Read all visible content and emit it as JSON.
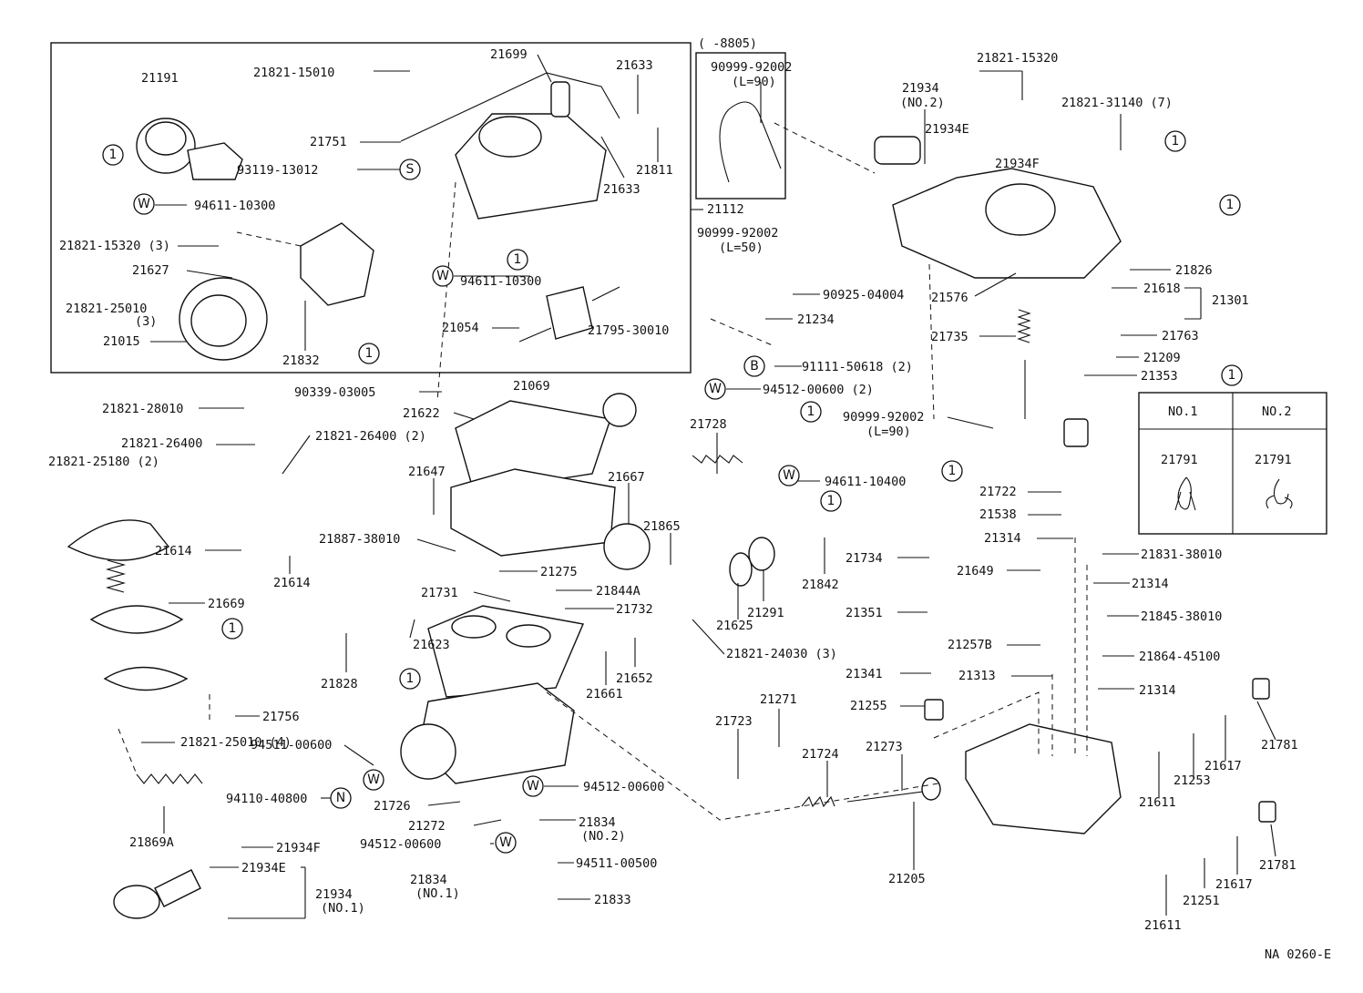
{
  "sheet_code": "NA  0260-E",
  "top_box_note": "(      -8805)",
  "legend": {
    "symbol": "1",
    "col1": "NO.1",
    "col2": "NO.2",
    "val1": "21791",
    "val2": "21791"
  },
  "callouts": [
    {
      "key": "21191",
      "text": "21191"
    },
    {
      "key": "21821_15010",
      "text": "21821-15010"
    },
    {
      "key": "21699",
      "text": "21699"
    },
    {
      "key": "21633a",
      "text": "21633"
    },
    {
      "key": "21751",
      "text": "21751"
    },
    {
      "key": "93119_13012",
      "text": "93119-13012"
    },
    {
      "key": "21811",
      "text": "21811"
    },
    {
      "key": "21633b",
      "text": "21633"
    },
    {
      "key": "94611_10300a",
      "text": "94611-10300"
    },
    {
      "key": "21112",
      "text": "21112"
    },
    {
      "key": "21821_15320_3",
      "text": "21821-15320 (3)"
    },
    {
      "key": "21627",
      "text": "21627"
    },
    {
      "key": "94611_10300b",
      "text": "94611-10300"
    },
    {
      "key": "21821_25010_3",
      "text": "21821-25010"
    },
    {
      "key": "paren3",
      "text": "(3)"
    },
    {
      "key": "21015",
      "text": "21015"
    },
    {
      "key": "21832",
      "text": "21832"
    },
    {
      "key": "21054",
      "text": "21054"
    },
    {
      "key": "21795_30010",
      "text": "21795-30010"
    },
    {
      "key": "90999_92002a",
      "text": "90999-92002"
    },
    {
      "key": "l90a",
      "text": "(L=90)"
    },
    {
      "key": "90999_92002b",
      "text": "90999-92002"
    },
    {
      "key": "l50",
      "text": "(L=50)"
    },
    {
      "key": "90925_04004",
      "text": "90925-04004"
    },
    {
      "key": "21234",
      "text": "21234"
    },
    {
      "key": "21821_15320",
      "text": "21821-15320"
    },
    {
      "key": "21934top",
      "text": "21934"
    },
    {
      "key": "no2top",
      "text": "(NO.2)"
    },
    {
      "key": "21934E_top",
      "text": "21934E"
    },
    {
      "key": "21934F_top",
      "text": "21934F"
    },
    {
      "key": "21821_31140",
      "text": "21821-31140 (7)"
    },
    {
      "key": "21826",
      "text": "21826"
    },
    {
      "key": "21576",
      "text": "21576"
    },
    {
      "key": "21618",
      "text": "21618"
    },
    {
      "key": "21301",
      "text": "21301"
    },
    {
      "key": "21735",
      "text": "21735"
    },
    {
      "key": "21763",
      "text": "21763"
    },
    {
      "key": "21209",
      "text": "21209"
    },
    {
      "key": "21353",
      "text": "21353"
    },
    {
      "key": "90339_03005",
      "text": "90339-03005"
    },
    {
      "key": "21069",
      "text": "21069"
    },
    {
      "key": "91111_50618",
      "text": "91111-50618 (2)"
    },
    {
      "key": "94512_00600_2",
      "text": "94512-00600 (2)"
    },
    {
      "key": "90999_92002c",
      "text": "90999-92002"
    },
    {
      "key": "l90b",
      "text": "(L=90)"
    },
    {
      "key": "21821_28010",
      "text": "21821-28010"
    },
    {
      "key": "21622",
      "text": "21622"
    },
    {
      "key": "21728",
      "text": "21728"
    },
    {
      "key": "21821_26400",
      "text": "21821-26400"
    },
    {
      "key": "21821_26400_2",
      "text": "21821-26400 (2)"
    },
    {
      "key": "21821_25180",
      "text": "21821-25180 (2)"
    },
    {
      "key": "21647",
      "text": "21647"
    },
    {
      "key": "21667",
      "text": "21667"
    },
    {
      "key": "94611_10400",
      "text": "94611-10400"
    },
    {
      "key": "21722",
      "text": "21722"
    },
    {
      "key": "21538",
      "text": "21538"
    },
    {
      "key": "21865",
      "text": "21865"
    },
    {
      "key": "21887_38010",
      "text": "21887-38010"
    },
    {
      "key": "21314a",
      "text": "21314"
    },
    {
      "key": "21831_38010",
      "text": "21831-38010"
    },
    {
      "key": "21614a",
      "text": "21614"
    },
    {
      "key": "21275",
      "text": "21275"
    },
    {
      "key": "21734",
      "text": "21734"
    },
    {
      "key": "21842",
      "text": "21842"
    },
    {
      "key": "21649",
      "text": "21649"
    },
    {
      "key": "21314b",
      "text": "21314"
    },
    {
      "key": "21614b",
      "text": "21614"
    },
    {
      "key": "21731",
      "text": "21731"
    },
    {
      "key": "21844A",
      "text": "21844A"
    },
    {
      "key": "21669",
      "text": "21669"
    },
    {
      "key": "21732",
      "text": "21732"
    },
    {
      "key": "21351",
      "text": "21351"
    },
    {
      "key": "21845_38010",
      "text": "21845-38010"
    },
    {
      "key": "21625",
      "text": "21625"
    },
    {
      "key": "21291",
      "text": "21291"
    },
    {
      "key": "21623",
      "text": "21623"
    },
    {
      "key": "21821_24030",
      "text": "21821-24030 (3)"
    },
    {
      "key": "21257B",
      "text": "21257B"
    },
    {
      "key": "21864_45100",
      "text": "21864-45100"
    },
    {
      "key": "21828",
      "text": "21828"
    },
    {
      "key": "21652",
      "text": "21652"
    },
    {
      "key": "21341",
      "text": "21341"
    },
    {
      "key": "21313",
      "text": "21313"
    },
    {
      "key": "21314c",
      "text": "21314"
    },
    {
      "key": "21661",
      "text": "21661"
    },
    {
      "key": "21271",
      "text": "21271"
    },
    {
      "key": "21255",
      "text": "21255"
    },
    {
      "key": "21756",
      "text": "21756"
    },
    {
      "key": "21781a",
      "text": "21781"
    },
    {
      "key": "21723",
      "text": "21723"
    },
    {
      "key": "94511_00600",
      "text": "94511-00600"
    },
    {
      "key": "21821_25010_4",
      "text": "21821-25010 (4)"
    },
    {
      "key": "21724",
      "text": "21724"
    },
    {
      "key": "21273",
      "text": "21273"
    },
    {
      "key": "21617a",
      "text": "21617"
    },
    {
      "key": "94512_00600a",
      "text": "94512-00600"
    },
    {
      "key": "21253",
      "text": "21253"
    },
    {
      "key": "94110_40800",
      "text": "94110-40800"
    },
    {
      "key": "21611a",
      "text": "21611"
    },
    {
      "key": "21726",
      "text": "21726"
    },
    {
      "key": "21272",
      "text": "21272"
    },
    {
      "key": "21834_no2",
      "text": "21834"
    },
    {
      "key": "no2b",
      "text": "(NO.2)"
    },
    {
      "key": "21869A",
      "text": "21869A"
    },
    {
      "key": "94512_00600b",
      "text": "94512-00600"
    },
    {
      "key": "21934F_bot",
      "text": "21934F"
    },
    {
      "key": "94511_00500",
      "text": "94511-00500"
    },
    {
      "key": "21781b",
      "text": "21781"
    },
    {
      "key": "21934E_bot",
      "text": "21934E"
    },
    {
      "key": "21934bot",
      "text": "21934"
    },
    {
      "key": "no1b",
      "text": "(NO.1)"
    },
    {
      "key": "21834_no1",
      "text": "21834"
    },
    {
      "key": "no1c",
      "text": "(NO.1)"
    },
    {
      "key": "21205",
      "text": "21205"
    },
    {
      "key": "21617b",
      "text": "21617"
    },
    {
      "key": "21833",
      "text": "21833"
    },
    {
      "key": "21251",
      "text": "21251"
    },
    {
      "key": "21611b",
      "text": "21611"
    }
  ],
  "symbols": [
    {
      "key": "s1a",
      "text": "1"
    },
    {
      "key": "s1b",
      "text": "1"
    },
    {
      "key": "s1c",
      "text": "1"
    },
    {
      "key": "s1d",
      "text": "1"
    },
    {
      "key": "s1e",
      "text": "1"
    },
    {
      "key": "s1f",
      "text": "1"
    },
    {
      "key": "s1g",
      "text": "1"
    },
    {
      "key": "s1h",
      "text": "1"
    },
    {
      "key": "s1i",
      "text": "1"
    },
    {
      "key": "s1j",
      "text": "1"
    },
    {
      "key": "s1k",
      "text": "1"
    },
    {
      "key": "sS",
      "text": "S"
    },
    {
      "key": "sWa",
      "text": "W"
    },
    {
      "key": "sWb",
      "text": "W"
    },
    {
      "key": "sWc",
      "text": "W"
    },
    {
      "key": "sWd",
      "text": "W"
    },
    {
      "key": "sWe",
      "text": "W"
    },
    {
      "key": "sWf",
      "text": "W"
    },
    {
      "key": "sWg",
      "text": "W"
    },
    {
      "key": "sB",
      "text": "B"
    },
    {
      "key": "sN",
      "text": "N"
    }
  ]
}
